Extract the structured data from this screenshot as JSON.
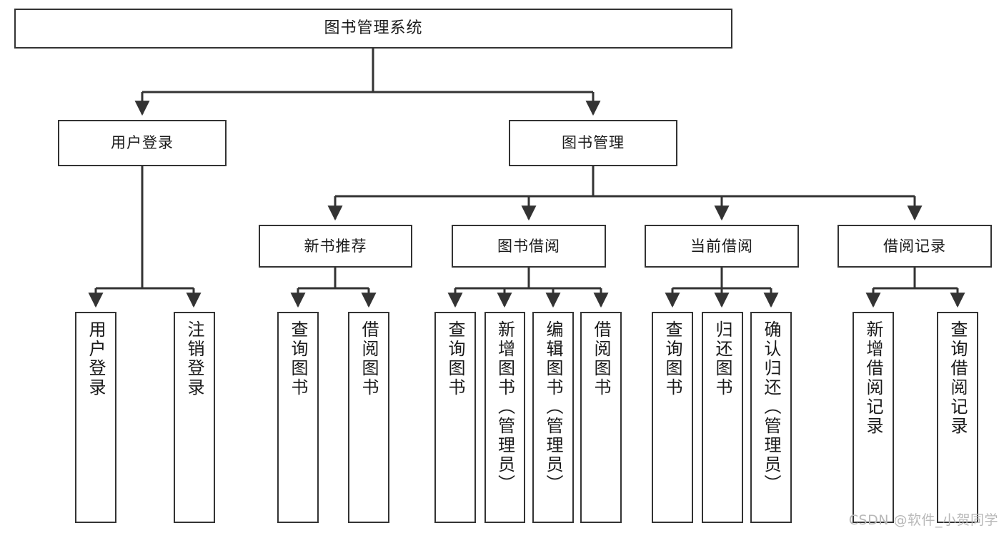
{
  "diagram": {
    "title": "图书管理系统",
    "type": "tree-hierarchy",
    "watermark": "CSDN @软件_小贺同学",
    "colors": {
      "stroke": "#333333",
      "fill": "#ffffff",
      "text": "#1a1a1a",
      "watermark": "#b8b8b8"
    },
    "levels": {
      "root": "图书管理系统",
      "level2": [
        "用户登录",
        "图书管理"
      ],
      "level3": [
        "新书推荐",
        "图书借阅",
        "当前借阅",
        "借阅记录"
      ],
      "leaves": [
        "用户登录",
        "注销登录",
        "查询图书",
        "借阅图书",
        "查询图书",
        "新增图书（管理员）",
        "编辑图书（管理员）",
        "借阅图书",
        "查询图书",
        "归还图书",
        "确认归还（管理员）",
        "新增借阅记录",
        "查询借阅记录"
      ]
    }
  },
  "nodes": {
    "root": {
      "label": "图书管理系统"
    },
    "user_login": {
      "label": "用户登录"
    },
    "book_manage": {
      "label": "图书管理"
    },
    "new_book_rec": {
      "label": "新书推荐"
    },
    "book_borrow": {
      "label": "图书借阅"
    },
    "current_borrow": {
      "label": "当前借阅"
    },
    "borrow_record": {
      "label": "借阅记录"
    },
    "leaf_user_login": {
      "label": "用户登录"
    },
    "leaf_logout": {
      "label": "注销登录"
    },
    "leaf_query_book_a": {
      "label": "查询图书"
    },
    "leaf_borrow_book_a": {
      "label": "借阅图书"
    },
    "leaf_query_book_b": {
      "label": "查询图书"
    },
    "leaf_add_book": {
      "label": "新增图书（管理员）"
    },
    "leaf_edit_book": {
      "label": "编辑图书（管理员）"
    },
    "leaf_borrow_book_b": {
      "label": "借阅图书"
    },
    "leaf_query_book_c": {
      "label": "查询图书"
    },
    "leaf_return_book": {
      "label": "归还图书"
    },
    "leaf_confirm_return": {
      "label": "确认归还（管理员）"
    },
    "leaf_add_record": {
      "label": "新增借阅记录"
    },
    "leaf_query_record": {
      "label": "查询借阅记录"
    }
  }
}
